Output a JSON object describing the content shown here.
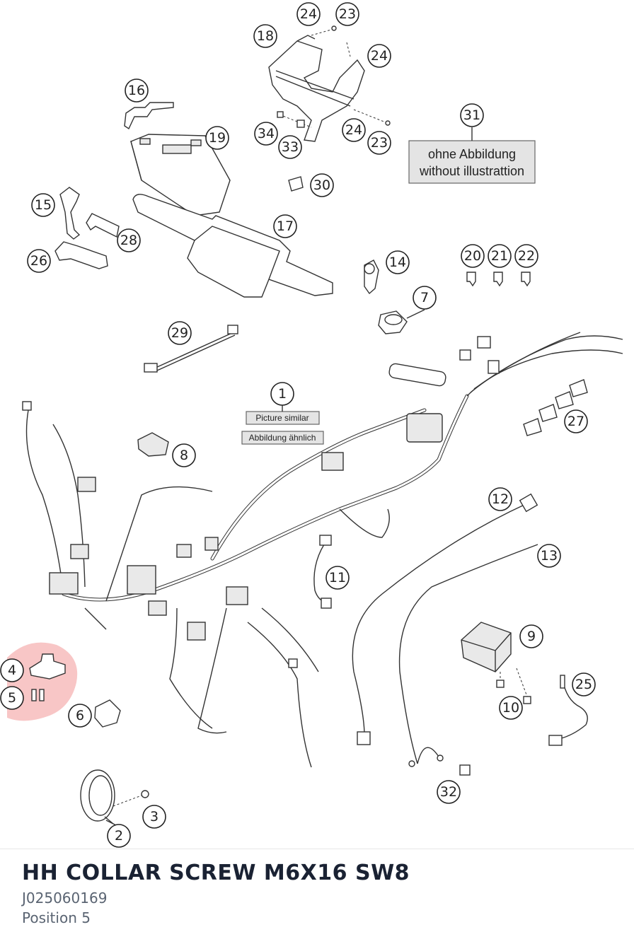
{
  "diagram": {
    "label_31_line1": "ohne Abbildung",
    "label_31_line2": "without illustrattion",
    "label_1_line1": "Picture similar",
    "label_1_line2": "Abbildung ähnlich",
    "highlight_color": "#f08080",
    "callouts": [
      "1",
      "2",
      "3",
      "4",
      "5",
      "6",
      "7",
      "8",
      "9",
      "10",
      "11",
      "12",
      "13",
      "14",
      "15",
      "16",
      "17",
      "18",
      "19",
      "20",
      "21",
      "22",
      "23",
      "23",
      "24",
      "24",
      "24",
      "25",
      "26",
      "27",
      "28",
      "29",
      "30",
      "31",
      "32",
      "33",
      "34"
    ],
    "selected_positions": [
      "4",
      "5"
    ]
  },
  "part": {
    "title": "HH COLLAR SCREW M6X16 SW8",
    "number": "J025060169",
    "position": "Position 5"
  }
}
